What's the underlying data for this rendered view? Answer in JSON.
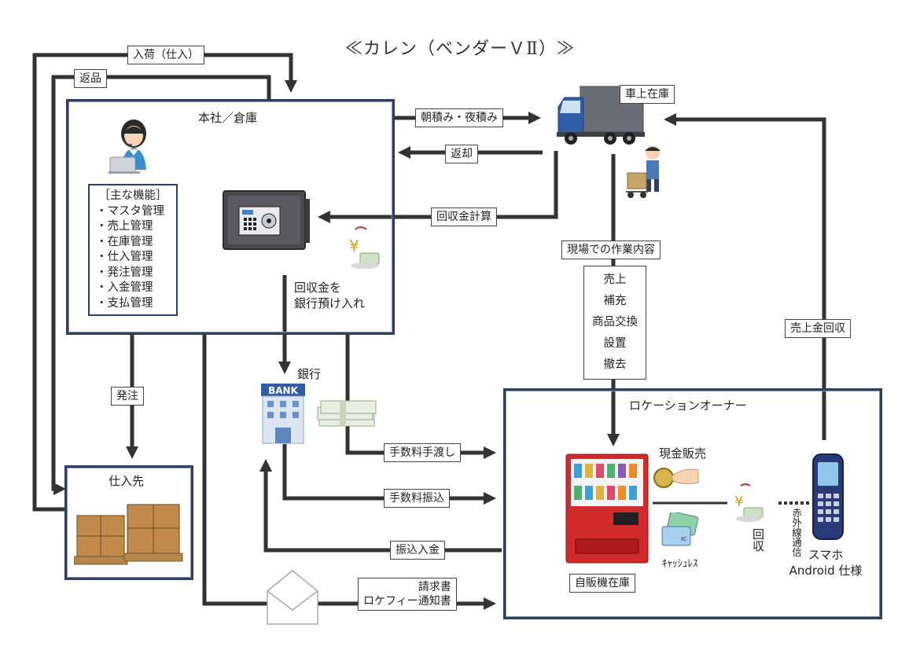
{
  "title": "≪カレン（ベンダーＶⅡ）≫",
  "nodes": {
    "hq": "本社／倉庫",
    "truck": "車上在庫",
    "supplier": "仕入先",
    "bank": "銀行",
    "bank_sign": "BANK",
    "location_owner": "ロケーションオーナー",
    "vending_stock": "自販機在庫",
    "phone_l1": "スマホ",
    "phone_l2": "Android 仕様"
  },
  "functions": {
    "header": "［主な機能］",
    "items": [
      "・マスタ管理",
      "・売上管理",
      "・在庫管理",
      "・仕入管理",
      "・発注管理",
      "・入金管理",
      "・支払管理"
    ]
  },
  "field_work": {
    "header": "現場での作業内容",
    "items": [
      "売上",
      "補充",
      "商品交換",
      "設置",
      "撤去"
    ]
  },
  "flows": {
    "arrival": "入荷（仕入）",
    "return_goods": "返品",
    "loading": "朝積み・夜積み",
    "return_back": "返却",
    "collection_calc": "回収金計算",
    "deposit_l1": "回収金を",
    "deposit_l2": "銀行預け入れ",
    "order": "発注",
    "fee_handover": "手数料手渡し",
    "fee_transfer": "手数料振込",
    "transfer_deposit": "振込入金",
    "invoice_l1": "請求書",
    "invoice_l2": "ロケフィー通知書",
    "sales_collection": "売上金回収",
    "cash_sales": "現金販売",
    "cashless": "ｷｬｯｼｭﾚｽ",
    "collect_v": "回収",
    "infrared_v": "赤外線通信"
  },
  "icons": {
    "yen_sign": "¥",
    "ic_chip": "IC"
  }
}
